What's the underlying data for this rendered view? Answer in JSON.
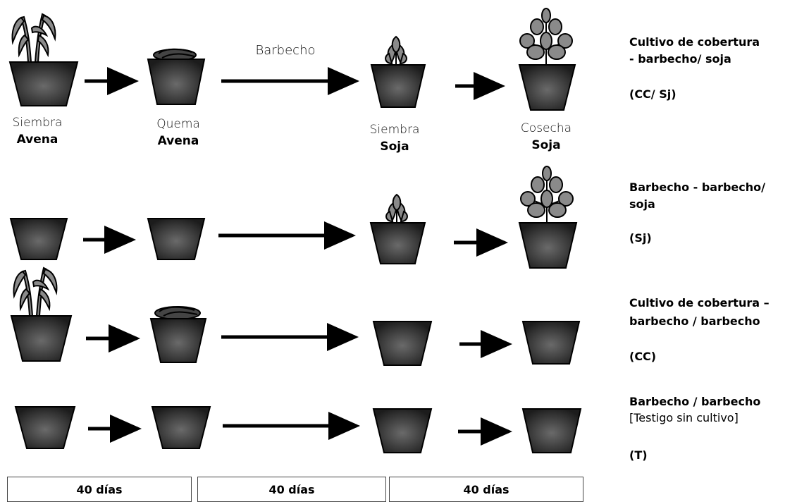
{
  "top_labels": {
    "barbecho": "Barbecho",
    "siembra_avena_1": "Siembra",
    "siembra_avena_2": "Avena",
    "quema_avena_1": "Quema",
    "quema_avena_2": "Avena",
    "siembra_soja_1": "Siembra",
    "siembra_soja_2": "Soja",
    "cosecha_soja_1": "Cosecha",
    "cosecha_soja_2": "Soja"
  },
  "treatments": [
    {
      "title_1": "Cultivo de cobertura",
      "title_2": "- barbecho/ soja",
      "note": "",
      "code": "(CC/ Sj)"
    },
    {
      "title_1": "Barbecho - barbecho/",
      "title_2": "soja",
      "note": "",
      "code": "(Sj)"
    },
    {
      "title_1": "Cultivo de cobertura –",
      "title_2": "barbecho / barbecho",
      "note": "",
      "code": "(CC)"
    },
    {
      "title_1": "Barbecho / barbecho",
      "title_2": "",
      "note": "[Testigo sin cultivo]",
      "code": "(T)"
    }
  ],
  "time_periods": [
    "40 días",
    "40 días",
    "40 días"
  ],
  "colors": {
    "pot_dark": "#1f1f1f",
    "pot_light": "#6a6a6a",
    "plant": "#8a8a8a",
    "arrow": "#000000"
  }
}
